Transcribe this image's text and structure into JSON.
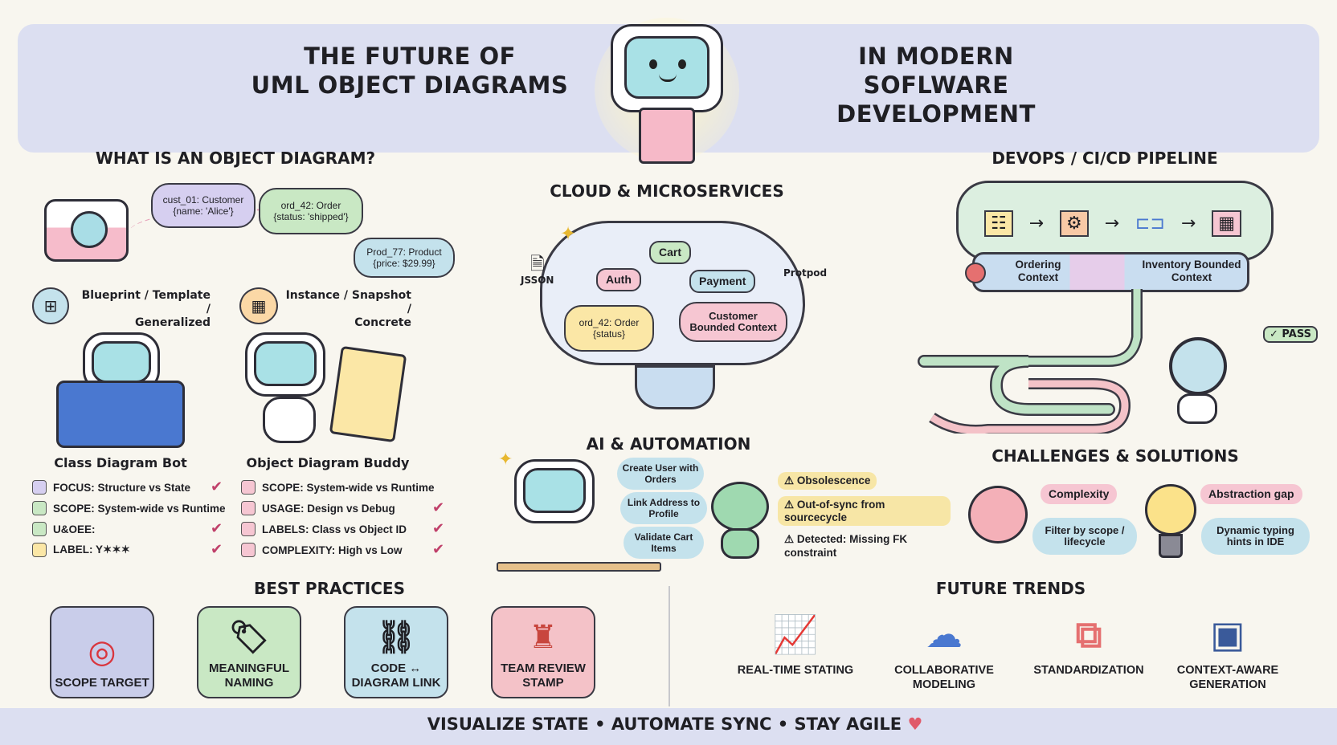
{
  "header": {
    "title_left": [
      "THE FUTURE OF",
      "UML OBJECT DIAGRAMS"
    ],
    "title_right": [
      "IN MODERN",
      "SOFLWARE DEVELOPMENT"
    ]
  },
  "object_diagram": {
    "heading": "WHAT IS AN OBJECT DIAGRAM?",
    "bubbles": [
      {
        "line1": "cust_01: Customer",
        "line2": "{name: 'Alice'}"
      },
      {
        "line1": "ord_42: Order",
        "line2": "{status: 'shipped'}"
      },
      {
        "line1": "Prod_77: Product",
        "line2": "{price: $29.99}"
      }
    ],
    "blueprint_label": [
      "Blueprint / Template /",
      "Generalized"
    ],
    "instance_label": [
      "Instance / Snapshot /",
      "Concrete"
    ],
    "class_bot": {
      "name": "Class Diagram Bot",
      "items": [
        "FOCUS: Structure vs State",
        "SCOPE: System-wide vs Runtime",
        "U&OEE:",
        "LABEL: Y✶✶✶"
      ],
      "checked": [
        true,
        false,
        true,
        true
      ]
    },
    "object_buddy": {
      "name": "Object Diagram Buddy",
      "items": [
        "SCOPE: System-wide vs Runtime",
        "USAGE: Design vs Debug",
        "LABELS: Class vs Object ID",
        "COMPLEXITY: High vs Low"
      ],
      "checked": [
        false,
        true,
        true,
        true
      ]
    }
  },
  "cloud": {
    "heading": "CLOUD & MICROSERVICES",
    "services": [
      "Cart",
      "Auth",
      "Payment",
      "Customer Bounded Context",
      "ord_42: Order {status}"
    ],
    "side_labels": [
      "JSSON",
      "Protpod"
    ]
  },
  "ai": {
    "heading": "AI & AUTOMATION",
    "prompts": [
      "Create User with Orders",
      "Link Address to Profile",
      "Validate Cart Items"
    ],
    "warnings": [
      "Obsolescence",
      "Out-of-sync from sourcecycle",
      "Detected: Missing FK constraint"
    ]
  },
  "devops": {
    "heading": "DEVOPS / CI/CD PIPELINE",
    "contexts": [
      "Ordering Context",
      "Inventory Bounded Context"
    ],
    "pass_badge": "✓ PASS"
  },
  "challenges": {
    "heading": "CHALLENGES & SOLUTIONS",
    "items": [
      {
        "problem": "Complexity",
        "solution": "Filter by scope / lifecycle"
      },
      {
        "problem": "Abstraction gap",
        "solution": "Dynamic typing hints in IDE"
      }
    ]
  },
  "best_practices": {
    "heading": "BEST PRACTICES",
    "cards": [
      {
        "label": "SCOPE TARGET",
        "icon": "target-icon",
        "color": "#c9cdea"
      },
      {
        "label": "MEANINGFUL NAMING",
        "icon": "tag-icon",
        "color": "#c9e8c4"
      },
      {
        "label": "CODE ↔ DIAGRAM LINK",
        "icon": "link-icon",
        "color": "#c4e2ec"
      },
      {
        "label": "TEAM REVIEW STAMP",
        "icon": "stamp-icon",
        "color": "#f4c2c8"
      }
    ]
  },
  "future_trends": {
    "heading": "FUTURE TRENDS",
    "items": [
      {
        "label": "REAL-TIME STATING",
        "icon": "chart-icon"
      },
      {
        "label": "COLLABORATIVE MODELING",
        "icon": "team-icon"
      },
      {
        "label": "STANDARDIZATION",
        "icon": "puzzle-icon"
      },
      {
        "label": "CONTEXT-AWARE GENERATION",
        "icon": "ai-chip-icon"
      }
    ]
  },
  "footer": {
    "tagline": "VISUALIZE STATE • AUTOMATE SYNC • STAY AGILE",
    "icon": "heart-icon"
  }
}
